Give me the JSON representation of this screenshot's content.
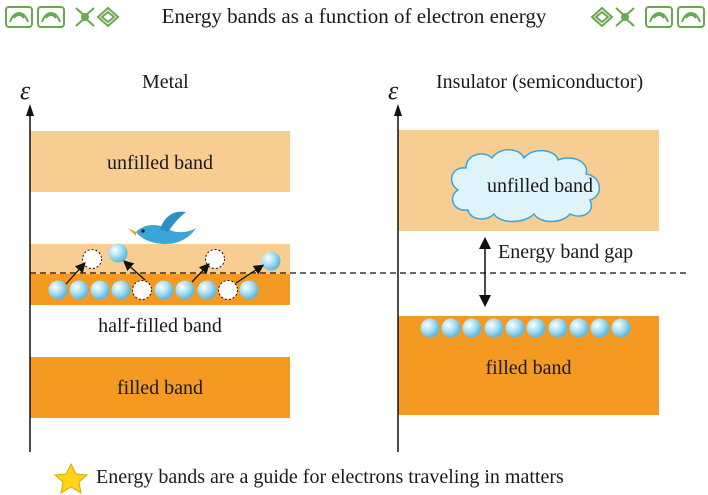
{
  "header": {
    "title": "Energy bands as a function of electron energy"
  },
  "colors": {
    "unfilled_band": "#f8cd92",
    "filled_band": "#f49a22",
    "cloud_fill": "#dff3fb",
    "electron": "#8fd4ee",
    "bird": "#3aa6d8",
    "ornament": "#6aa84f",
    "star": "#ffd31a"
  },
  "icons": {
    "title_ornament": "leaf-ornament-icon",
    "bird": "bird-icon",
    "footer_bullet": "star-icon"
  },
  "axis": {
    "symbol": "ε"
  },
  "metal": {
    "title": "Metal",
    "upper_band_label": "unfilled band",
    "middle_band_label": "half-filled band",
    "lower_band_label": "filled band"
  },
  "insulator": {
    "title": "Insulator (semiconductor)",
    "upper_band_label": "unfilled band",
    "gap_label": "Energy band gap",
    "lower_band_label": "filled band"
  },
  "footer": {
    "text": "Energy bands are a guide for electrons traveling in matters"
  }
}
